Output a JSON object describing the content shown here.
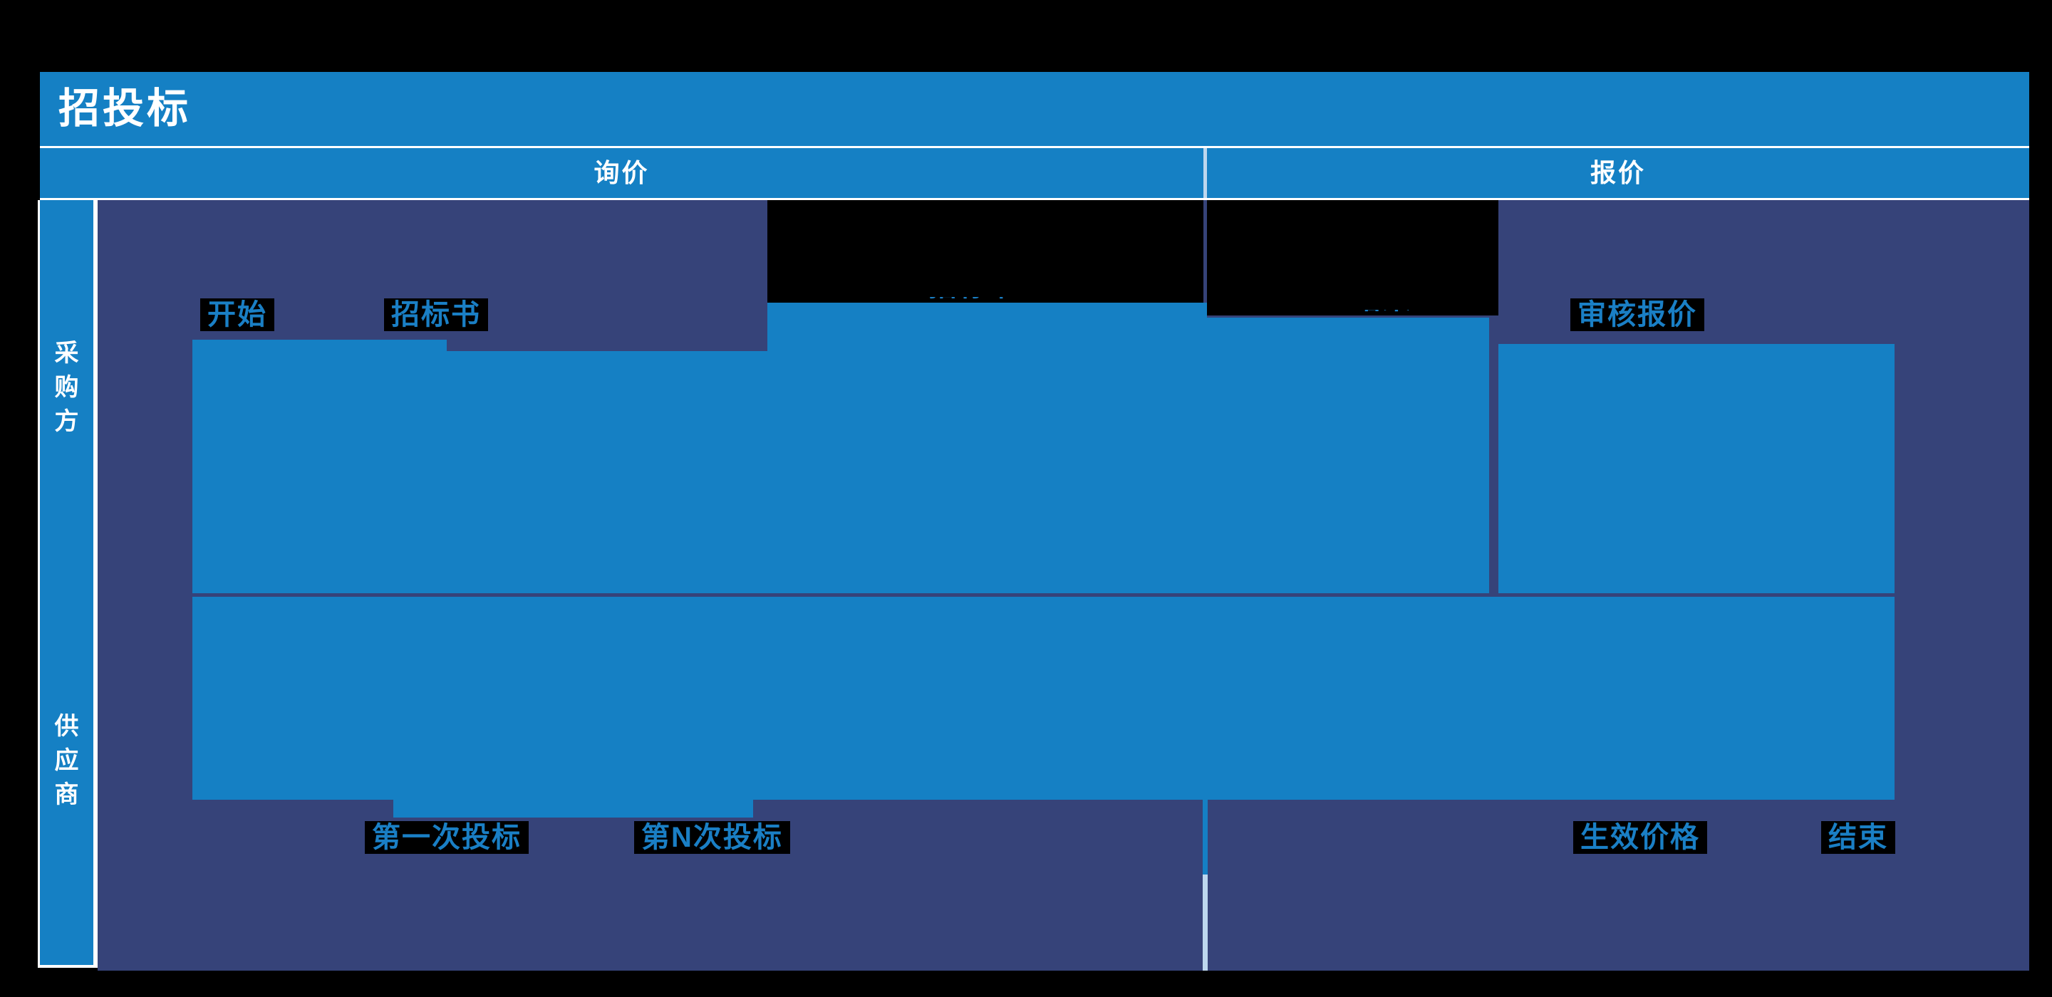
{
  "title": "招投标",
  "phases": [
    {
      "label": "询价"
    },
    {
      "label": "报价"
    }
  ],
  "lanes": [
    {
      "label": "采购方"
    },
    {
      "label": "供应商"
    }
  ],
  "nodes": {
    "start": "开始",
    "tender_doc": "招标书",
    "review_quote": "审核报价",
    "first_bid": "第一次投标",
    "nth_bid": "第N次投标",
    "effective_price": "生效价格",
    "end": "结束",
    "hidden_tender_doc": "招标书?",
    "hidden_end": "结束?"
  },
  "colors": {
    "accent_blue": "#1580C4",
    "panel_navy": "#364379",
    "divider_light_blue": "#BDD7EE",
    "node_text_blue": "#1A7FC5",
    "node_box_black": "#000000",
    "text_white": "#FFFFFF",
    "canvas_black": "#000000"
  }
}
